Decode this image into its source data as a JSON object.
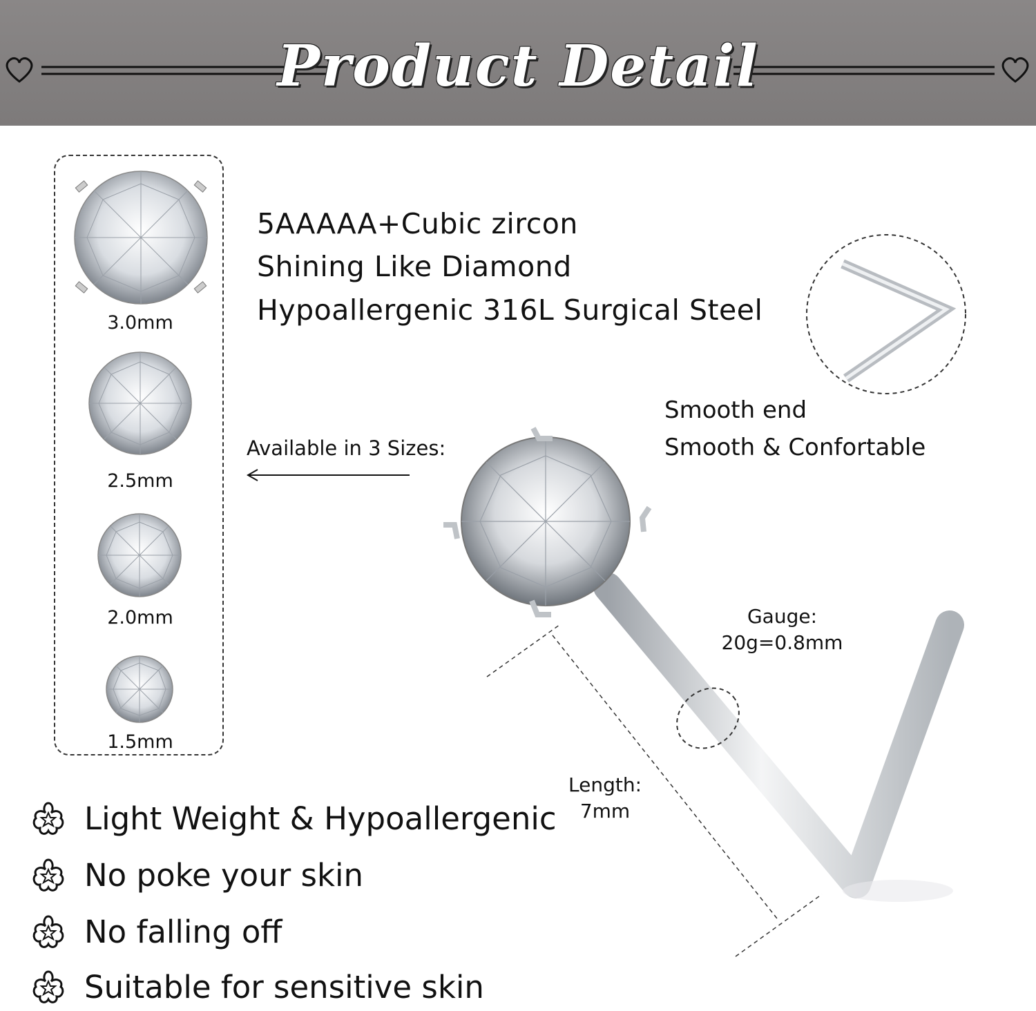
{
  "banner": {
    "title": "Product Detail"
  },
  "sizes": {
    "items": [
      {
        "label": "3.0mm"
      },
      {
        "label": "2.5mm"
      },
      {
        "label": "2.0mm"
      },
      {
        "label": "1.5mm"
      }
    ],
    "available_label": "Available in 3 Sizes:"
  },
  "features": {
    "line1": "5AAAAA+Cubic zircon",
    "line2": "Shining Like Diamond",
    "line3": "Hypoallergenic 316L Surgical Steel"
  },
  "end": {
    "line1": "Smooth end",
    "line2": "Smooth & Confortable"
  },
  "gauge": {
    "label": "Gauge:",
    "value": "20g=0.8mm"
  },
  "length": {
    "label": "Length:",
    "value": "7mm"
  },
  "bullets": [
    {
      "text": "Light Weight & Hypoallergenic"
    },
    {
      "text": "No poke your skin"
    },
    {
      "text": "No falling off"
    },
    {
      "text": "Suitable for sensitive skin"
    }
  ]
}
